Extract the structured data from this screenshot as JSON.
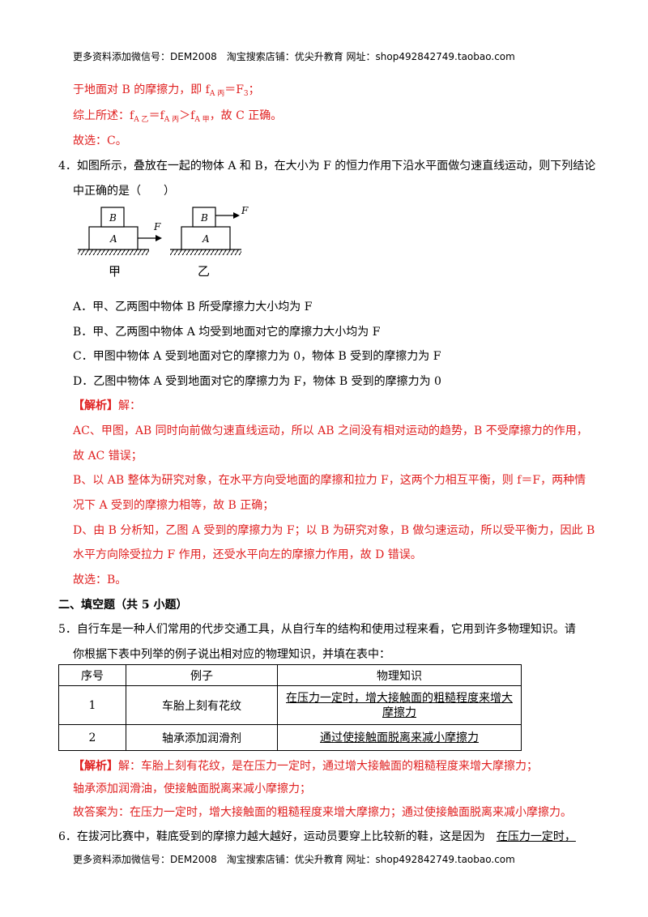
{
  "header": {
    "text": "更多资料添加微信号：DEM2008　淘宝搜索店铺：优尖升教育  网址：shop492842749.taobao.com"
  },
  "footer": {
    "text": "更多资料添加微信号：DEM2008　淘宝搜索店铺：优尖升教育  网址：shop492842749.taobao.com"
  },
  "prev": {
    "l1a": "于地面对 B 的摩擦力，即 f",
    "l1sub": "A 丙",
    "l1b": "＝F",
    "l1sub2": "3",
    "l1c": "；",
    "l2a": "综上所述：f",
    "l2s1": "A 乙",
    "l2b": "＝f",
    "l2s2": "A 丙",
    "l2c": "＞f",
    "l2s3": "A 甲",
    "l2d": "，故 C 正确。",
    "l3": "故选：C。"
  },
  "q4": {
    "stem1": "4．如图所示，叠放在一起的物体 A 和 B，在大小为 F 的恒力作用下沿水平面做匀速直线运动，则下列结论",
    "stem2": "中正确的是（　　）",
    "fig": {
      "a_label": "A",
      "b_label": "B",
      "f_label": "F",
      "caption_left": "甲",
      "caption_right": "乙"
    },
    "options": [
      "A．甲、乙两图中物体 B 所受摩擦力大小均为 F",
      "B．甲、乙两图中物体 A 均受到地面对它的摩擦力大小均为 F",
      "C．甲图中物体 A 受到地面对它的摩擦力为 0，物体 B 受到的摩擦力为 F",
      "D．乙图中物体 A 受到地面对它的摩擦力为 F，物体 B 受到的摩擦力为 0"
    ],
    "analysis_tag": "【解析】",
    "analysis_after": "解：",
    "analysis": [
      "AC、甲图，AB 同时向前做匀速直线运动，所以 AB 之间没有相对运动的趋势，B 不受摩擦力的作用，",
      "故 AC 错误；",
      "B、以 AB 整体为研究对象，在水平方向受地面的摩擦和拉力 F，这两个力相互平衡，则 f＝F，两种情",
      "况下 A 受到的摩擦力相等，故 B 正确；",
      "D、由 B 分析知，乙图 A 受到的摩擦力为 F；以 B 为研究对象，B 做匀速运动，所以受平衡力，因此 B",
      "水平方向除受拉力 F 作用，还受水平向左的摩擦力作用，故 D 错误。",
      "故选：B。"
    ]
  },
  "section2": {
    "title": "二、填空题（共 5 小题）"
  },
  "q5": {
    "stem1": "5．自行车是一种人们常用的代步交通工具，从自行车的结构和使用过程来看，它用到许多物理知识。请",
    "stem2": "你根据下表中列举的例子说出相对应的物理知识，并填在表中：",
    "table": {
      "headers": [
        "序号",
        "例子",
        "物理知识"
      ],
      "rows": [
        {
          "num": "1",
          "example": "车胎上刻有花纹",
          "answer_l1": "在压力一定时，增大接触面的粗糙程度来增大",
          "answer_l2": "摩擦力"
        },
        {
          "num": "2",
          "example": "轴承添加润滑剂",
          "answer_l1": "通过使接触面脱离来减小摩擦力",
          "answer_l2": ""
        }
      ]
    },
    "analysis_tag": "【解析】",
    "analysis_after": "解：车胎上刻有花纹，是在压力一定时，通过增大接触面的粗糙程度来增大摩擦力；",
    "analysis2": "轴承添加润滑油，使接触面脱离来减小摩擦力；",
    "analysis3": "故答案为：在压力一定时，增大接触面的粗糙程度来增大摩擦力；通过使接触面脱离来减小摩擦力。"
  },
  "q6": {
    "stem": "6．在拔河比赛中，鞋底受到的摩擦力越大越好，运动员要穿上比较新的鞋，这是因为",
    "blank": "在压力一定时，"
  }
}
